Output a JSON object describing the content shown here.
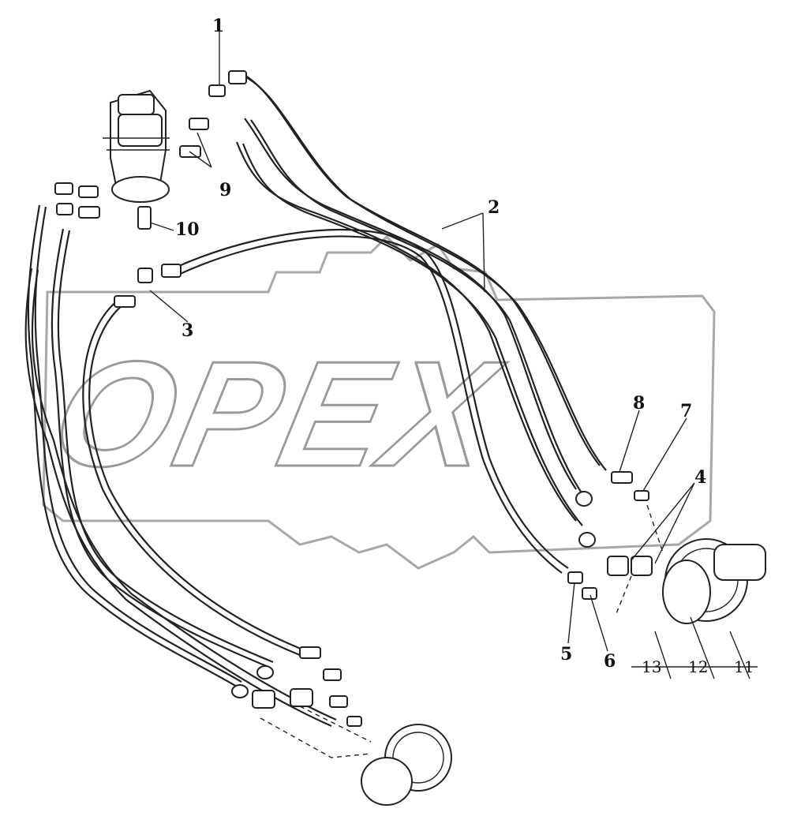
{
  "watermark": {
    "text": "OPEX"
  },
  "callouts": {
    "c1": "1",
    "c2": "2",
    "c3": "3",
    "c4": "4",
    "c5": "5",
    "c6": "6",
    "c7": "7",
    "c8": "8",
    "c9": "9",
    "c10": "10",
    "c11": "11",
    "c12": "12",
    "c13": "13"
  }
}
